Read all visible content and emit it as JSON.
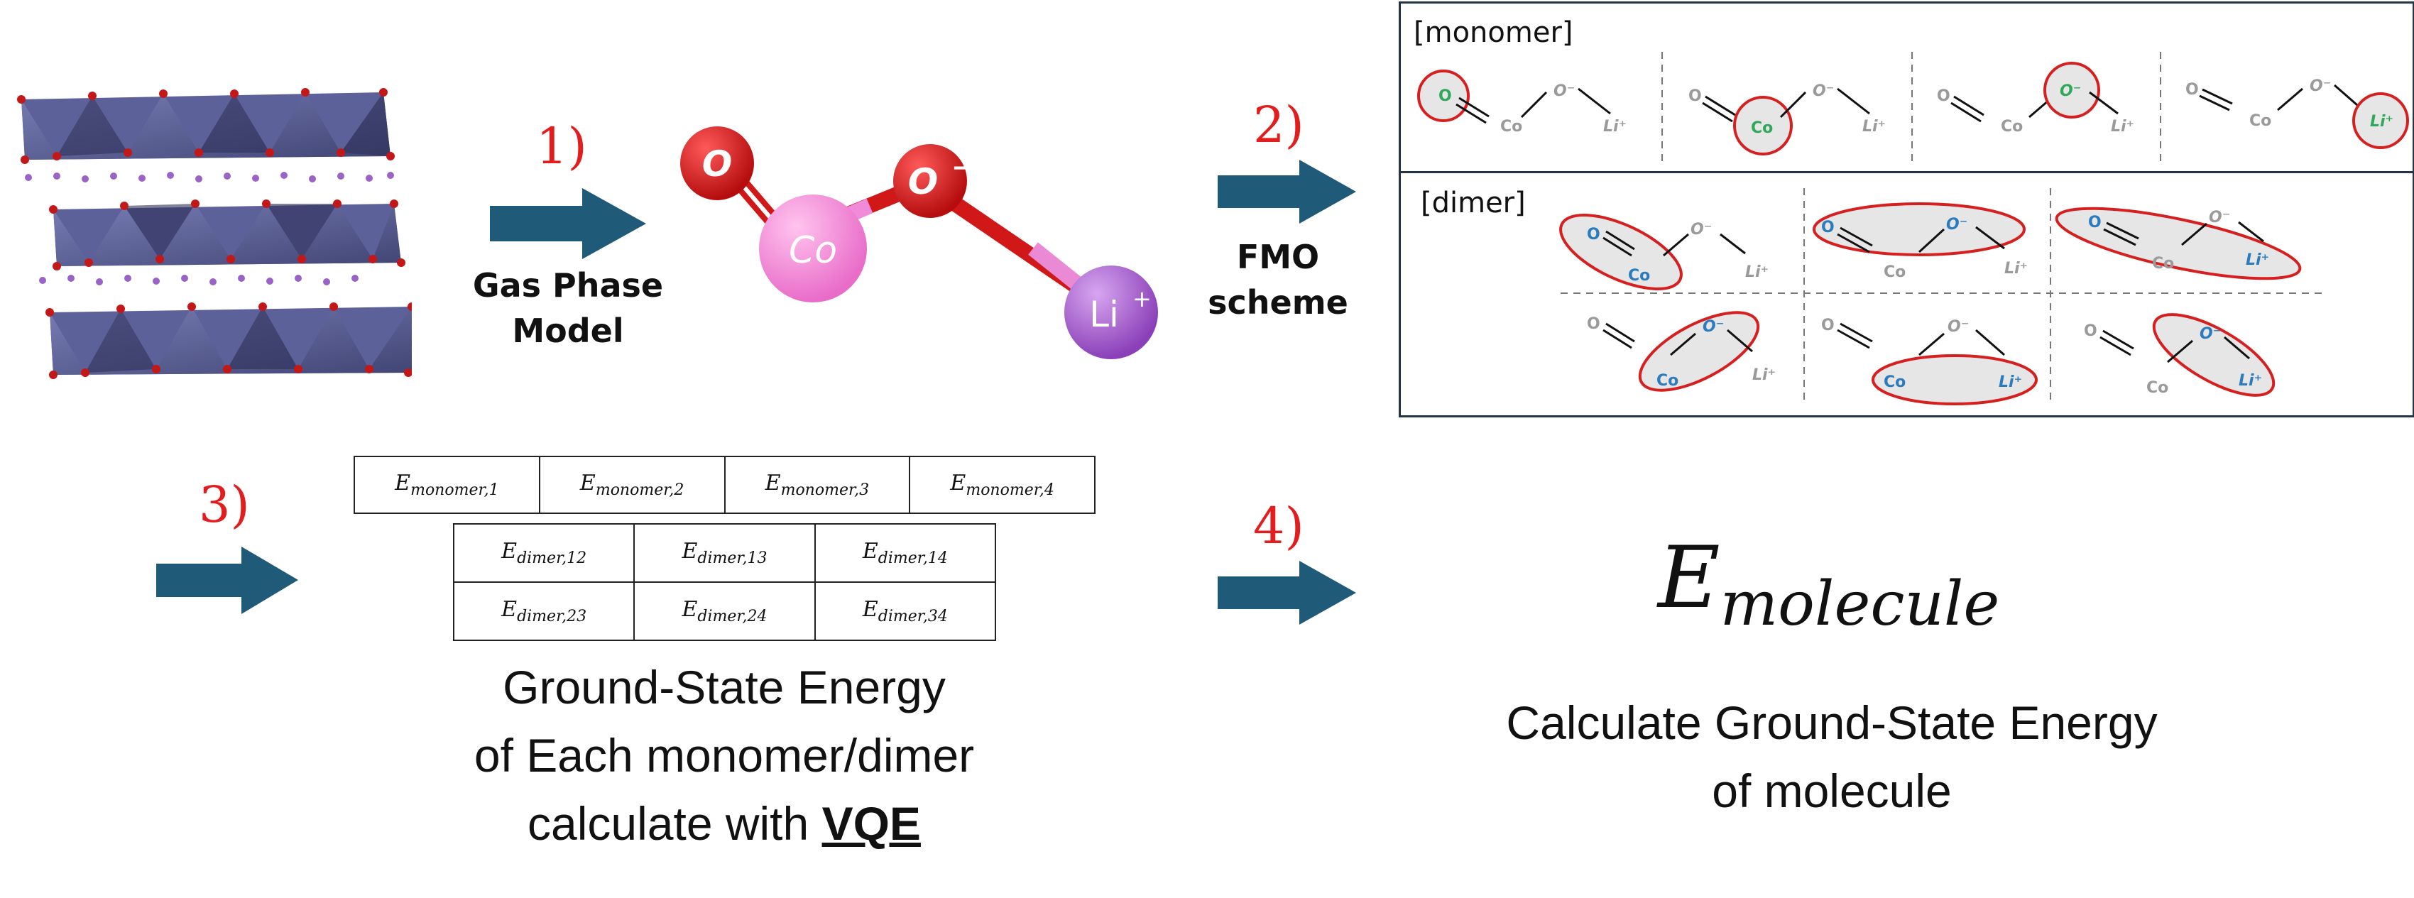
{
  "steps": {
    "s1": "1)",
    "s2": "2)",
    "s3": "3)",
    "s4": "4)"
  },
  "captions": {
    "gas_phase_line1": "Gas Phase",
    "gas_phase_line2": "Model",
    "fmo_line1": "FMO",
    "fmo_line2": "scheme"
  },
  "molecule": {
    "atom_o": "O",
    "atom_co": "Co",
    "atom_o_minus": "O",
    "atom_li": "Li"
  },
  "monomer_panel": {
    "label": "[monomer]",
    "atoms": {
      "o": "O",
      "co": "Co",
      "o_minus": "O",
      "li": "Li"
    }
  },
  "dimer_panel": {
    "label": "[dimer]"
  },
  "energies": {
    "monomers": [
      {
        "base": "E",
        "sub": "monomer,1"
      },
      {
        "base": "E",
        "sub": "monomer,2"
      },
      {
        "base": "E",
        "sub": "monomer,3"
      },
      {
        "base": "E",
        "sub": "monomer,4"
      }
    ],
    "dimers": [
      [
        {
          "base": "E",
          "sub": "dimer,12"
        },
        {
          "base": "E",
          "sub": "dimer,13"
        },
        {
          "base": "E",
          "sub": "dimer,14"
        }
      ],
      [
        {
          "base": "E",
          "sub": "dimer,23"
        },
        {
          "base": "E",
          "sub": "dimer,24"
        },
        {
          "base": "E",
          "sub": "dimer,34"
        }
      ]
    ]
  },
  "ground_state": {
    "line1": "Ground-State Energy",
    "line2": "of Each monomer/dimer",
    "line3_prefix": "calculate with ",
    "line3_method": "VQE"
  },
  "result": {
    "symbol_base": "E",
    "symbol_sub": "molecule",
    "line1": "Calculate Ground-State Energy",
    "line2": "of molecule"
  },
  "colors": {
    "arrow": "#1f5a78",
    "step": "#e21d1d",
    "highlight_ring": "#d62020",
    "monomer_atom": "#2fa85a",
    "dimer_atom": "#2b7bbf",
    "inactive_atom": "#9a9a9a"
  }
}
